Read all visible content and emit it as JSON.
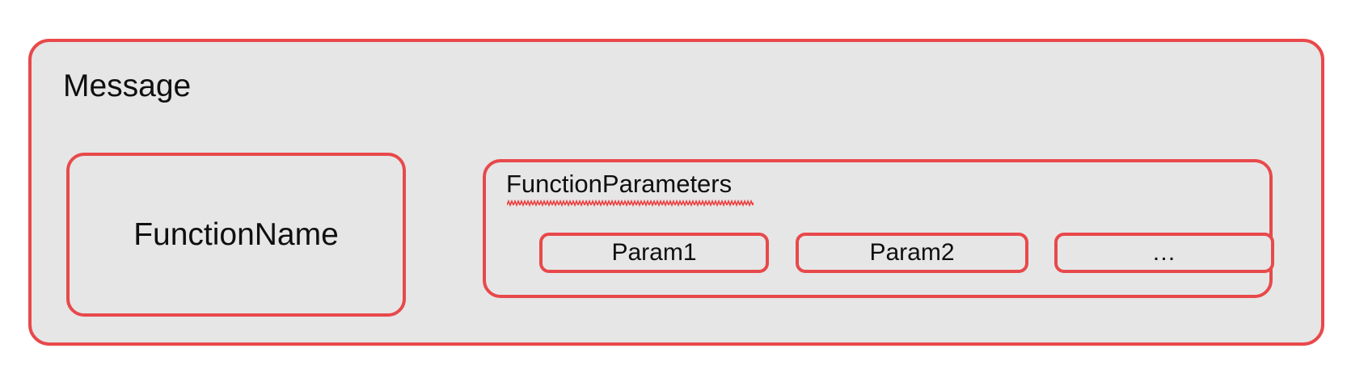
{
  "diagram": {
    "type": "nested-box-diagram",
    "colors": {
      "border": "#e8494b",
      "fill": "#e6e6e6",
      "text": "#0f0f0f",
      "spellcheck_squiggle": "#ee3b3b",
      "page_background": "#ffffff"
    },
    "message": {
      "label": "Message",
      "function_name": {
        "label": "FunctionName"
      },
      "function_parameters": {
        "label": "FunctionParameters",
        "has_spellcheck_underline": true,
        "params": [
          {
            "label": "Param1"
          },
          {
            "label": "Param2"
          },
          {
            "label": "…"
          }
        ]
      }
    }
  }
}
